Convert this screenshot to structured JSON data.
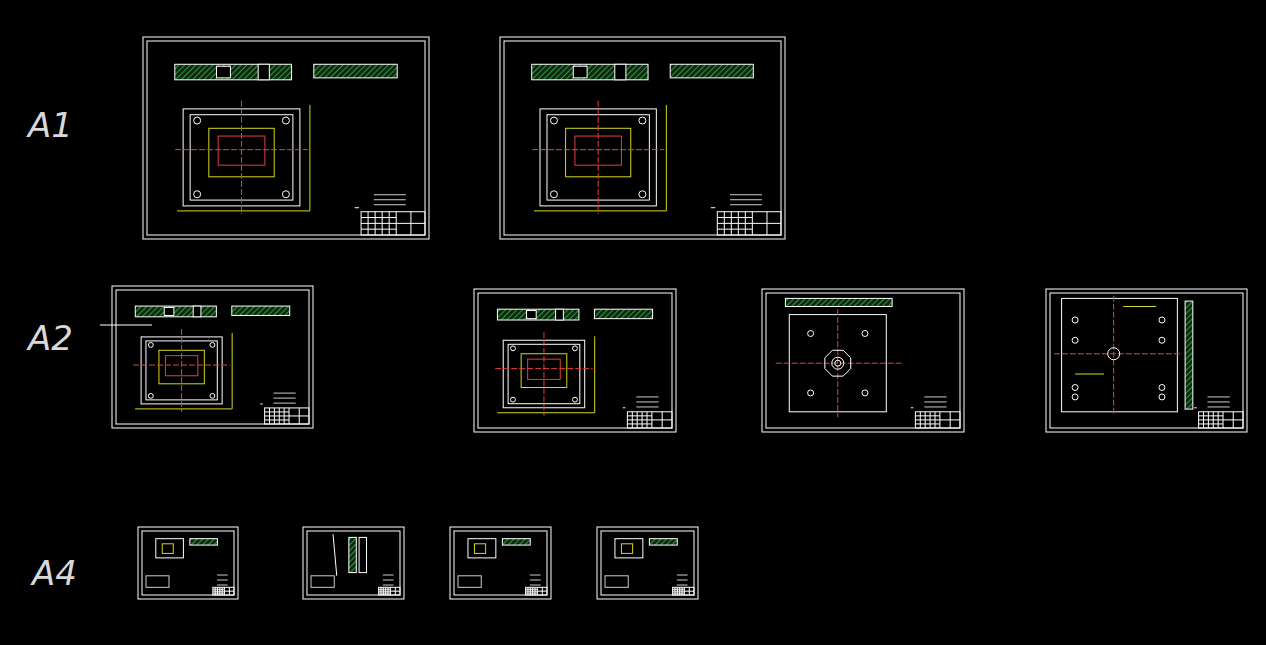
{
  "diagram": {
    "labels": [
      "A1",
      "A2",
      "A4"
    ]
  }
}
